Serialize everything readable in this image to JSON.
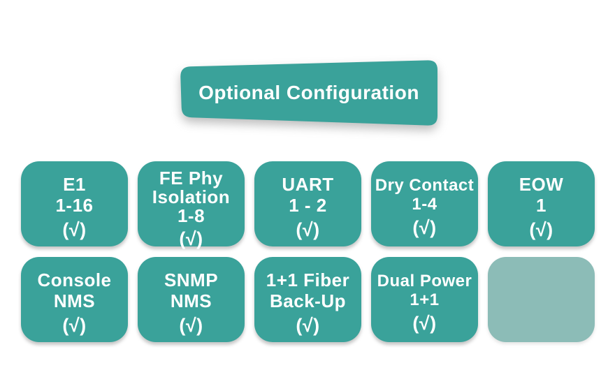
{
  "banner": {
    "label": "Optional Configuration"
  },
  "colors": {
    "teal": "#3aa29a",
    "light_teal": "#8cbcb7",
    "text": "#ffffff"
  },
  "cards": [
    {
      "name": "e1",
      "lines": [
        "E1",
        "1-16"
      ],
      "check": "(√)"
    },
    {
      "name": "fe-phy-isolation",
      "lines": [
        "FE Phy",
        "Isolation",
        "1-8"
      ],
      "check": "(√)"
    },
    {
      "name": "uart",
      "lines": [
        "UART",
        "1 - 2"
      ],
      "check": "(√)"
    },
    {
      "name": "dry-contact",
      "lines": [
        "Dry Contact",
        "1-4"
      ],
      "check": "(√)"
    },
    {
      "name": "eow",
      "lines": [
        "EOW",
        "1"
      ],
      "check": "(√)"
    },
    {
      "name": "console-nms",
      "lines": [
        "Console",
        "NMS"
      ],
      "check": "(√)"
    },
    {
      "name": "snmp-nms",
      "lines": [
        "SNMP",
        "NMS"
      ],
      "check": "(√)"
    },
    {
      "name": "fiber-backup",
      "lines": [
        "1+1 Fiber",
        "Back-Up"
      ],
      "check": "(√)"
    },
    {
      "name": "dual-power",
      "lines": [
        "Dual Power",
        "1+1"
      ],
      "check": "(√)"
    },
    {
      "name": "empty-slot",
      "lines": [],
      "check": ""
    }
  ]
}
